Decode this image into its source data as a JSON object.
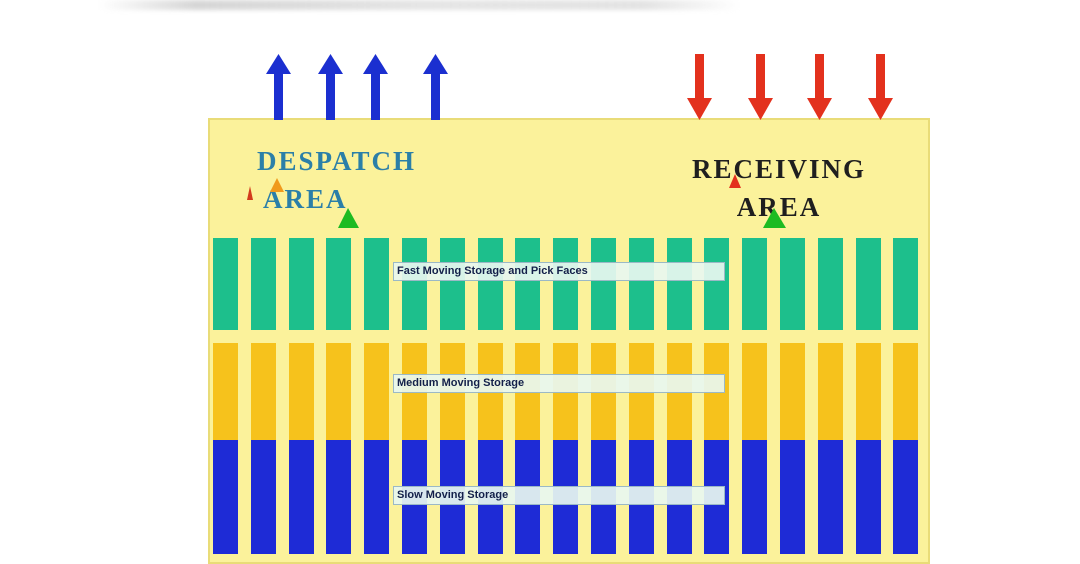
{
  "areas": {
    "despatch_line1": "DESPATCH",
    "despatch_line2": "AREA",
    "receiving_line1": "RECEIVING",
    "receiving_line2": "AREA"
  },
  "zones": {
    "fast": "Fast Moving Storage and Pick Faces",
    "medium": "Medium Moving Storage",
    "slow": "Slow Moving Storage"
  },
  "colors": {
    "floor": "#fbf29b",
    "fast_zone": "#1dbf8c",
    "medium_zone": "#f6c21c",
    "slow_zone": "#1e2bd6",
    "outbound_arrow": "#1b2fd0",
    "inbound_arrow": "#e3311d",
    "despatch_text": "#2b7fa8"
  },
  "icons": {
    "outbound": "arrow-up-icon",
    "inbound": "arrow-down-icon",
    "marker": "triangle-icon"
  }
}
